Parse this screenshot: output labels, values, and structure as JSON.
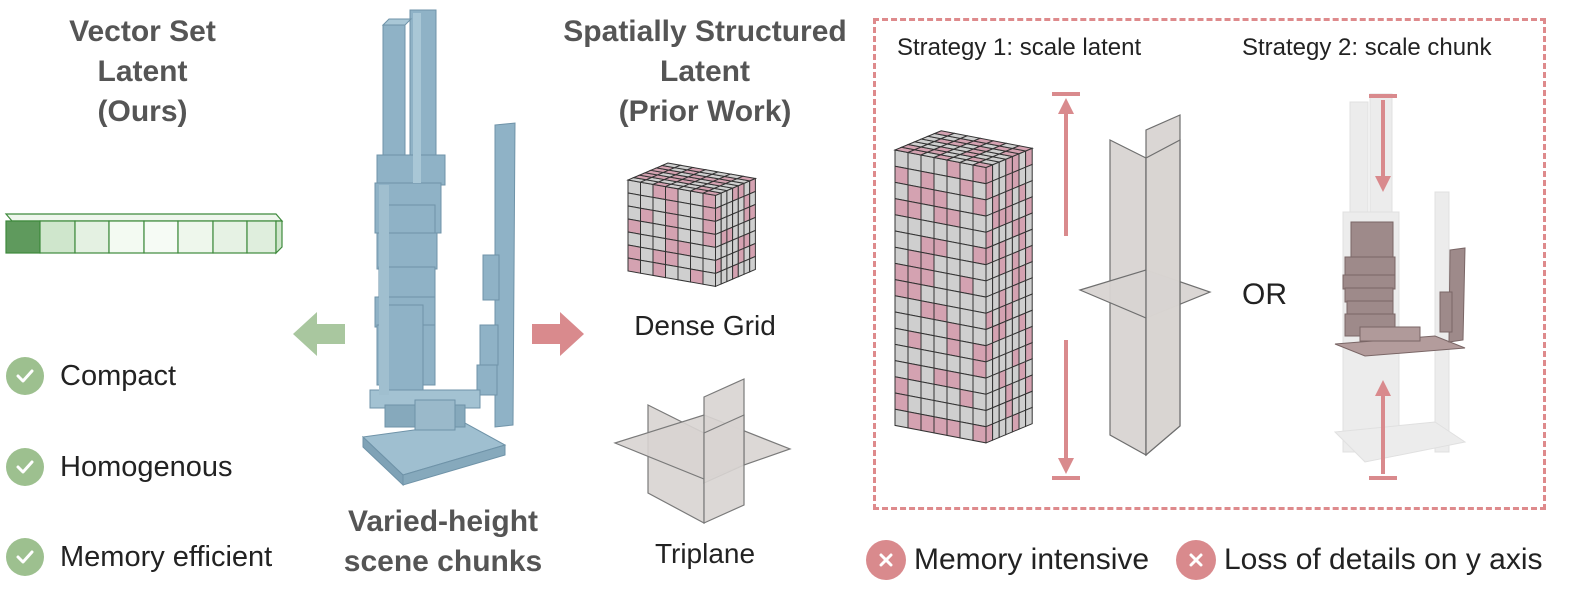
{
  "left": {
    "title_lines": [
      "Vector Set",
      "Latent",
      "(Ours)"
    ],
    "benefits": [
      "Compact",
      "Homogenous",
      "Memory efficient"
    ],
    "colors": {
      "green": "#9dc08f",
      "vector_dark": "#5f9a5d",
      "vector_border": "#3e8a3c"
    }
  },
  "center": {
    "caption_lines": [
      "Varied-height",
      "scene chunks"
    ],
    "building_color": "#8fb2c6"
  },
  "prior": {
    "title_lines": [
      "Spatially Structured",
      "Latent",
      "(Prior Work)"
    ],
    "dense_grid_label": "Dense Grid",
    "triplane_label": "Triplane",
    "colors": {
      "pink": "#d4a2b1",
      "grey": "#cfcfcf",
      "plane": "#d8d4d2"
    }
  },
  "strategies": {
    "strategy1_label": "Strategy 1: scale latent",
    "strategy2_label": "Strategy 2: scale chunk",
    "or_label": "OR",
    "drawbacks": [
      "Memory intensive",
      "Loss of details on y axis"
    ],
    "colors": {
      "red": "#d98a8d",
      "dashed": "#de8a8c",
      "chunk": "#9e8a8a"
    }
  }
}
